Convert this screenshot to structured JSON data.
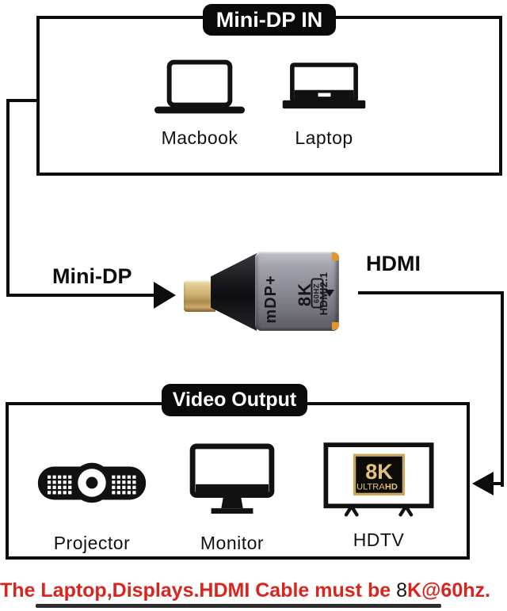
{
  "input_section": {
    "title": "Mini-DP IN",
    "devices": [
      {
        "label": "Macbook"
      },
      {
        "label": "Laptop"
      }
    ]
  },
  "connection": {
    "input_label": "Mini-DP",
    "output_label": "HDMI"
  },
  "adapter": {
    "port_marking": "mDP+",
    "resolution_marking": "8K",
    "refresh_marking": "60HZ",
    "standard_marking": "HDMI2.1"
  },
  "output_section": {
    "title": "Video Output",
    "devices": [
      {
        "label": "Projector"
      },
      {
        "label": "Monitor"
      },
      {
        "label": "HDTV"
      }
    ],
    "hdtv_badge": {
      "resolution": "8K",
      "ultra": "ULTRA",
      "hd": "HD"
    }
  },
  "footnote": {
    "red_before": "The Laptop,Displays.HDMI Cable must be ",
    "black_value": "8",
    "red_after": "K@60hz."
  },
  "colors": {
    "accent_red": "#d9251d",
    "accent_orange": "#e8932a",
    "adapter_gray": "#8d8d97",
    "plug_gold": "#cdb173",
    "badge_gold": "#c9a85c"
  }
}
